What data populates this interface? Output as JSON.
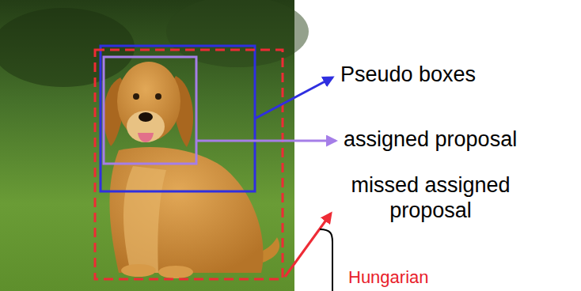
{
  "diagram": {
    "labels": [
      "Pseudo boxes",
      "assigned proposal",
      "missed assigned proposal",
      "Hungarian"
    ]
  }
}
